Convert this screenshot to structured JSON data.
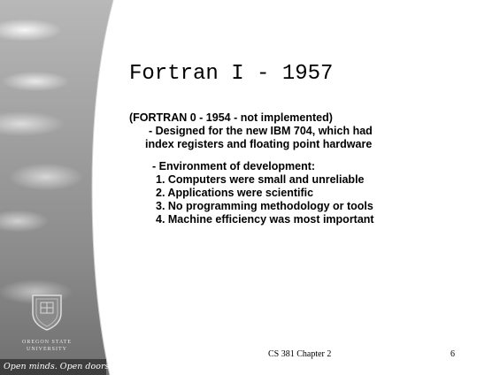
{
  "slide": {
    "title": "Fortran I - 1957",
    "lines": [
      "(FORTRAN 0 - 1954 - not implemented)",
      "- Designed for the new IBM 704, which had",
      "index registers and floating point hardware",
      "- Environment of development:",
      "1. Computers were small and unreliable",
      "2. Applications were scientific",
      "3. No programming methodology or tools",
      "4. Machine efficiency was most important"
    ],
    "footer": "CS 381  Chapter 2",
    "page_number": "6"
  },
  "branding": {
    "university_line1": "OREGON STATE",
    "university_line2": "UNIVERSITY",
    "tagline": "Open minds. Open doors."
  }
}
